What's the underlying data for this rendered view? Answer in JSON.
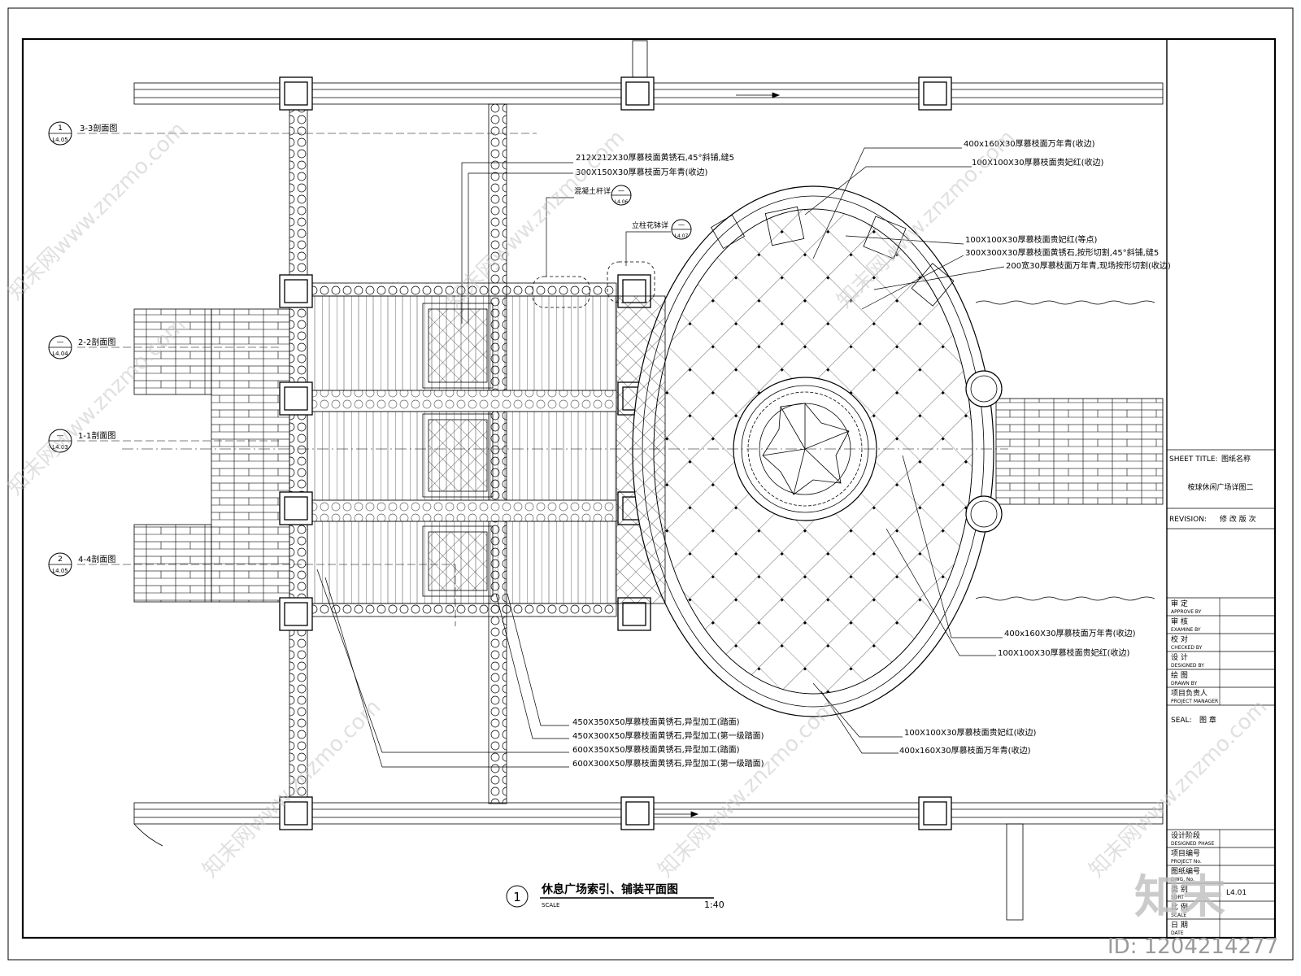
{
  "drawing": {
    "title": "休息广场索引、铺装平面图",
    "number": "1",
    "scale_label": "SCALE",
    "scale": "1:40"
  },
  "section_markers": [
    {
      "num": "1",
      "ref": "L4.05",
      "label": "3-3剖面图"
    },
    {
      "num": "—",
      "ref": "L4.04",
      "label": "2-2剖面图"
    },
    {
      "num": "—",
      "ref": "L4.03",
      "label": "1-1剖面图"
    },
    {
      "num": "2",
      "ref": "L4.05",
      "label": "4-4剖面图"
    }
  ],
  "detail_markers": [
    {
      "label": "混凝土杆详",
      "num": "—",
      "ref": "L4.06"
    },
    {
      "label": "立柱花钵详",
      "num": "—",
      "ref": "L4.07"
    }
  ],
  "annotations": {
    "top_left": [
      "212X212X30厚慕枝面黄锈石,45°斜铺,缝5",
      "300X150X30厚慕枝面万年青(收边)"
    ],
    "top_right": [
      "400x160X30厚慕枝面万年青(收边)",
      "100X100X30厚慕枝面贵妃红(收边)"
    ],
    "mid_right": [
      "100X100X30厚慕枝面贵妃红(等点)",
      "300X300X30厚慕枝面黄锈石,按形切割,45°斜铺,缝5",
      "200宽30厚慕枝面万年青,现场按形切割(收边)"
    ],
    "lower_right": [
      "400x160X30厚慕枝面万年青(收边)",
      "100X100X30厚慕枝面贵妃红(收边)"
    ],
    "bottom_right": [
      "100X100X30厚慕枝面贵妃红(收边)",
      "400x160X30厚慕枝面万年青(收边)"
    ],
    "bottom_left": [
      "450X350X50厚慕枝面黄锈石,异型加工(踏面)",
      "450X300X50厚慕枝面黄锈石,异型加工(第一级踏面)",
      "600X350X50厚慕枝面黄锈石,异型加工(踏面)",
      "600X300X50厚慕枝面黄锈石,异型加工(第一级踏面)"
    ]
  },
  "title_block": {
    "sheet_title_label": "SHEET TITLE:",
    "sheet_title_cn": "图纸名称",
    "sheet_title_value": "桉球休闲广场详图二",
    "revision_label": "REVISION:",
    "revision_cn": "修 改 版 次",
    "signoff_rows": [
      {
        "cn": "审    定",
        "en": "APPROVE BY"
      },
      {
        "cn": "审    核",
        "en": "EXAMINE BY"
      },
      {
        "cn": "校    对",
        "en": "CHECKED BY"
      },
      {
        "cn": "设    计",
        "en": "DESIGNED BY"
      },
      {
        "cn": "绘    图",
        "en": "DRAWN BY"
      },
      {
        "cn": "项目负责人",
        "en": "PROJECT MANAGER"
      }
    ],
    "seal_label": "SEAL:",
    "seal_cn": "图 章",
    "info_rows": [
      {
        "cn": "设计阶段",
        "en": "DESIGNED PHASE",
        "value": ""
      },
      {
        "cn": "项目编号",
        "en": "PROJECT No.",
        "value": ""
      },
      {
        "cn": "图纸编号",
        "en": "DWG. No.",
        "value": ""
      },
      {
        "cn": "类    别",
        "en": "SORT",
        "value": "L4.01"
      },
      {
        "cn": "比    例",
        "en": "SCALE",
        "value": ""
      },
      {
        "cn": "日    期",
        "en": "DATE",
        "value": ""
      }
    ]
  },
  "watermark": {
    "text": "知末网www.znzmo.com",
    "logo": "知末",
    "id": "ID: 1204214277"
  }
}
